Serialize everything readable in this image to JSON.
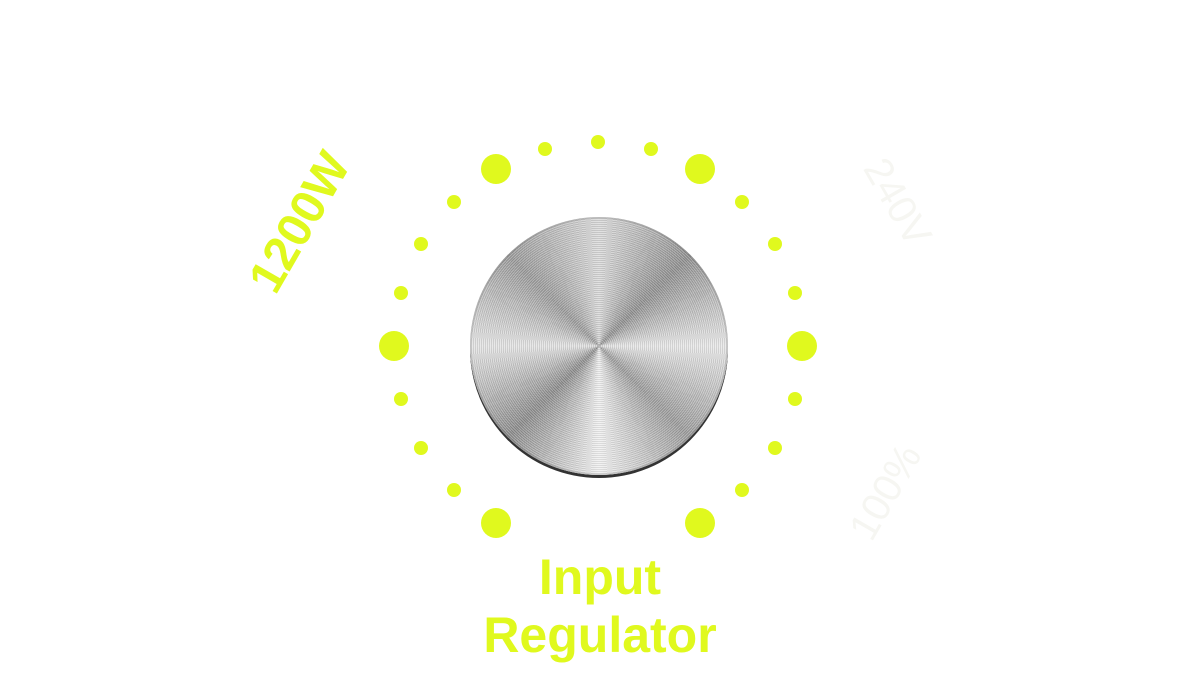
{
  "knob": {
    "name": "Input Regulator",
    "title_line1": "Input",
    "title_line2": "Regulator",
    "min_label": "1200W",
    "max_label": "240V",
    "secondary_label": "100%"
  },
  "colors": {
    "accent": "#e0f91e",
    "background": "#ffffff"
  }
}
